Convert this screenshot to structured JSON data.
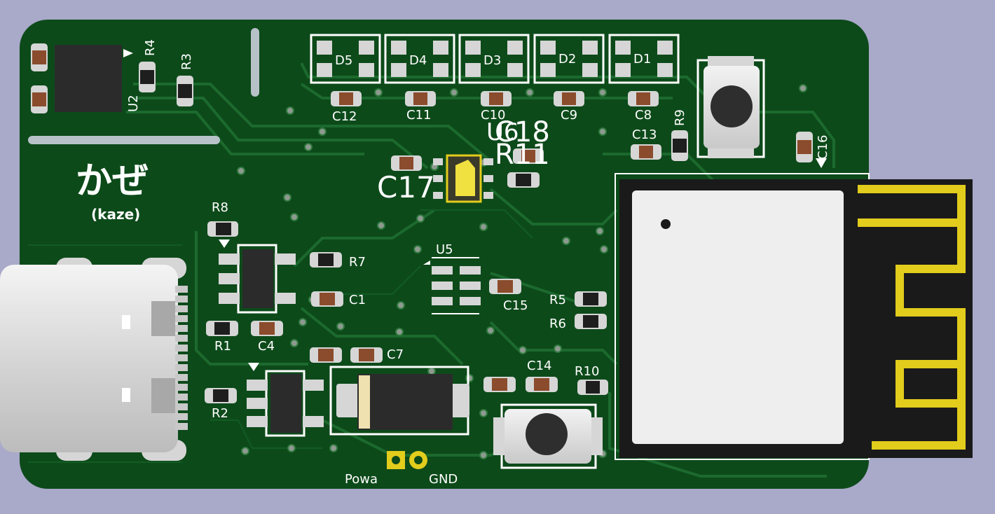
{
  "board": {
    "title": "かぜ",
    "subtitle": "(kaze)",
    "colors": {
      "background": "#a9a9c9",
      "pcb": "#0d4a1a",
      "copper": "#1a6a2c",
      "silk": "#ffffff",
      "gold": "#e2cc1c",
      "pad": "#bfbfbf",
      "ceramic": "#8a4c2c"
    },
    "leds": [
      "D5",
      "D4",
      "D3",
      "D2",
      "D1"
    ],
    "led_caps": [
      "C12",
      "C11",
      "C10",
      "C9",
      "C8"
    ],
    "refs": {
      "r1": "R1",
      "r2": "R2",
      "r3": "R3",
      "r4": "R4",
      "r5": "R5",
      "r6": "R6",
      "r7": "R7",
      "r8": "R8",
      "r9": "R9",
      "r10": "R10",
      "r11": "R11",
      "c1": "C1",
      "c4": "C4",
      "c7": "C7",
      "c13": "C13",
      "c14": "C14",
      "c15": "C15",
      "c16": "C16",
      "c17": "C17",
      "c18": "C18",
      "u2": "U2",
      "u5": "U5",
      "u6": "U6"
    },
    "pins": {
      "power": "Powa",
      "ground": "GND"
    }
  }
}
